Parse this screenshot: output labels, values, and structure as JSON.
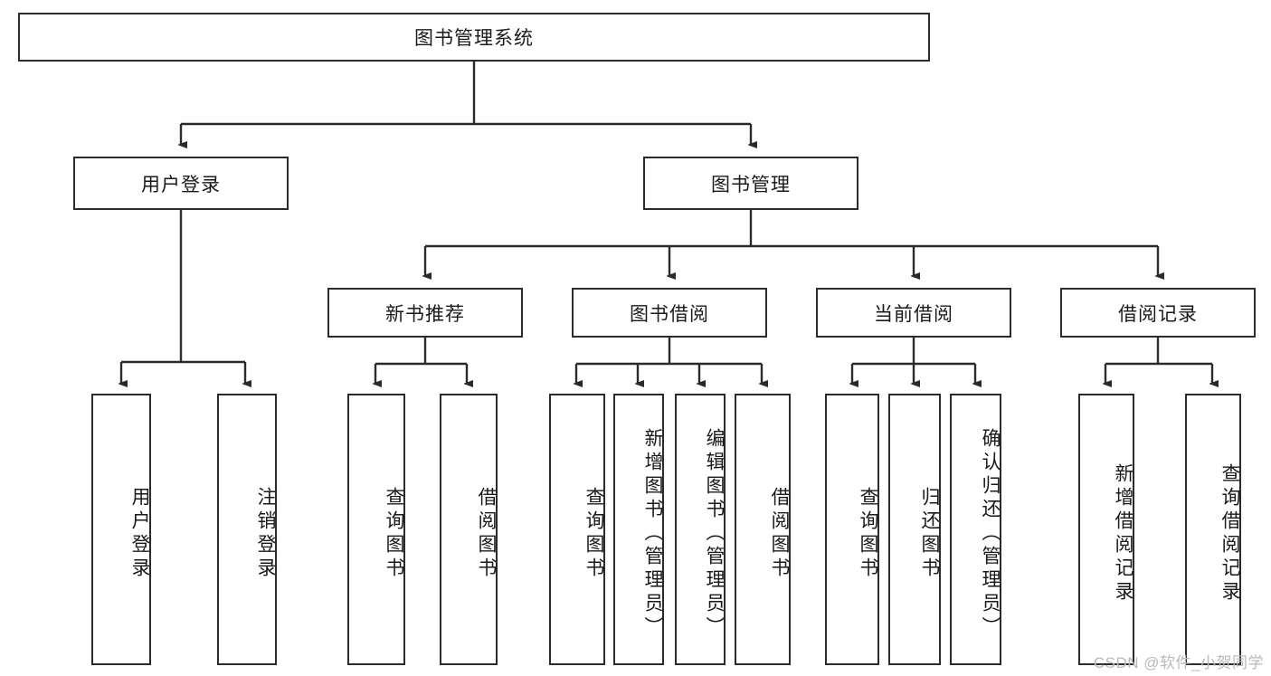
{
  "diagram": {
    "type": "tree-hierarchy",
    "title": "图书管理系统",
    "watermark": "CSDN @软件_小贺同学",
    "colors": {
      "box_border": "#2b2b2b",
      "box_fill": "#ffffff",
      "edge": "#2b2b2b",
      "text": "#1a1a1a",
      "watermark": "#b9b9b9"
    },
    "nodes": {
      "root": {
        "label": "图书管理系统",
        "level": 0,
        "orientation": "horizontal"
      },
      "l1": [
        {
          "id": "user-login",
          "label": "用户登录",
          "orientation": "horizontal"
        },
        {
          "id": "book-manage",
          "label": "图书管理",
          "orientation": "horizontal"
        }
      ],
      "l2": [
        {
          "id": "new-book-recommend",
          "label": "新书推荐",
          "orientation": "horizontal",
          "parent": "book-manage"
        },
        {
          "id": "book-borrow",
          "label": "图书借阅",
          "orientation": "horizontal",
          "parent": "book-manage"
        },
        {
          "id": "current-borrow",
          "label": "当前借阅",
          "orientation": "horizontal",
          "parent": "book-manage"
        },
        {
          "id": "borrow-record",
          "label": "借阅记录",
          "orientation": "horizontal",
          "parent": "book-manage"
        }
      ],
      "leaves": [
        {
          "id": "leaf-user-login",
          "label": "用户登录",
          "parent": "user-login"
        },
        {
          "id": "leaf-logout",
          "label": "注销登录",
          "parent": "user-login"
        },
        {
          "id": "leaf-query-book-1",
          "label": "查询图书",
          "parent": "new-book-recommend"
        },
        {
          "id": "leaf-borrow-book-1",
          "label": "借阅图书",
          "parent": "new-book-recommend"
        },
        {
          "id": "leaf-query-book-2",
          "label": "查询图书",
          "parent": "book-borrow"
        },
        {
          "id": "leaf-add-book",
          "label": "新增图书（管理员）",
          "parent": "book-borrow"
        },
        {
          "id": "leaf-edit-book",
          "label": "编辑图书（管理员）",
          "parent": "book-borrow"
        },
        {
          "id": "leaf-borrow-book-2",
          "label": "借阅图书",
          "parent": "book-borrow"
        },
        {
          "id": "leaf-query-book-3",
          "label": "查询图书",
          "parent": "current-borrow"
        },
        {
          "id": "leaf-return-book",
          "label": "归还图书",
          "parent": "current-borrow"
        },
        {
          "id": "leaf-confirm-return",
          "label": "确认归还（管理员）",
          "parent": "current-borrow"
        },
        {
          "id": "leaf-add-record",
          "label": "新增借阅记录",
          "parent": "borrow-record"
        },
        {
          "id": "leaf-query-record",
          "label": "查询借阅记录",
          "parent": "borrow-record"
        }
      ]
    }
  }
}
